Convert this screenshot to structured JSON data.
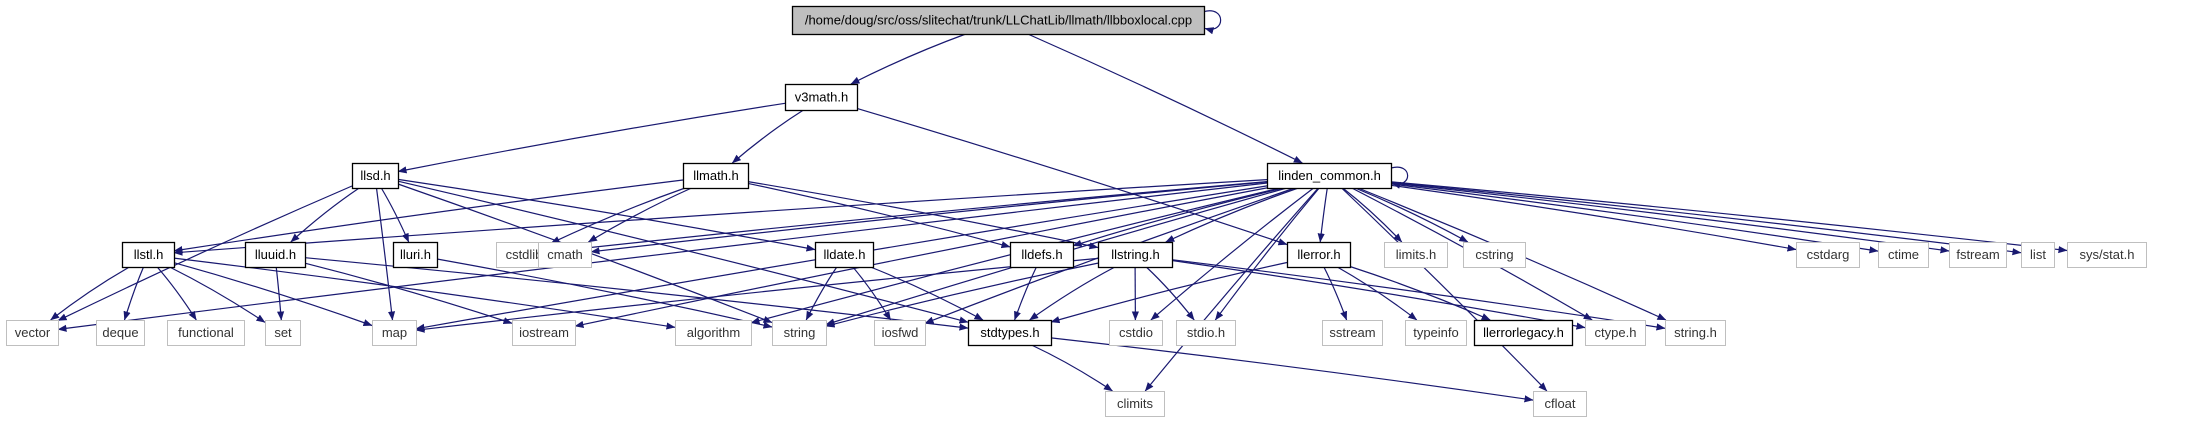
{
  "colors": {
    "edge": "#191970",
    "root_fill": "#bfbfbf",
    "node_border": "#000000",
    "system_border": "#bfbfbf",
    "background": "#ffffff"
  },
  "nodes": {
    "root": {
      "label": "/home/doug/src/oss/slitechat/trunk/LLChatLib/llmath/llbboxlocal.cpp",
      "kind": "root"
    },
    "v3math": {
      "label": "v3math.h",
      "kind": "file"
    },
    "llsd": {
      "label": "llsd.h",
      "kind": "file"
    },
    "llmath": {
      "label": "llmath.h",
      "kind": "file"
    },
    "linden_common": {
      "label": "linden_common.h",
      "kind": "file"
    },
    "llstl": {
      "label": "llstl.h",
      "kind": "file"
    },
    "lluuid": {
      "label": "lluuid.h",
      "kind": "file"
    },
    "lluri": {
      "label": "lluri.h",
      "kind": "file"
    },
    "lldate": {
      "label": "lldate.h",
      "kind": "file"
    },
    "lldefs": {
      "label": "lldefs.h",
      "kind": "file"
    },
    "llstring": {
      "label": "llstring.h",
      "kind": "file"
    },
    "llerror": {
      "label": "llerror.h",
      "kind": "file"
    },
    "stdtypes": {
      "label": "stdtypes.h",
      "kind": "file"
    },
    "llerrorlegacy": {
      "label": "llerrorlegacy.h",
      "kind": "file"
    },
    "cstdlib": {
      "label": "cstdlib",
      "kind": "system"
    },
    "cmath": {
      "label": "cmath",
      "kind": "system"
    },
    "limits_h": {
      "label": "limits.h",
      "kind": "system"
    },
    "cstring": {
      "label": "cstring",
      "kind": "system"
    },
    "cstdarg": {
      "label": "cstdarg",
      "kind": "system"
    },
    "ctime": {
      "label": "ctime",
      "kind": "system"
    },
    "fstream": {
      "label": "fstream",
      "kind": "system"
    },
    "list": {
      "label": "list",
      "kind": "system"
    },
    "sys_stat": {
      "label": "sys/stat.h",
      "kind": "system"
    },
    "vector": {
      "label": "vector",
      "kind": "system"
    },
    "deque": {
      "label": "deque",
      "kind": "system"
    },
    "functional": {
      "label": "functional",
      "kind": "system"
    },
    "set": {
      "label": "set",
      "kind": "system"
    },
    "map": {
      "label": "map",
      "kind": "system"
    },
    "iostream": {
      "label": "iostream",
      "kind": "system"
    },
    "algorithm": {
      "label": "algorithm",
      "kind": "system"
    },
    "string": {
      "label": "string",
      "kind": "system"
    },
    "iosfwd": {
      "label": "iosfwd",
      "kind": "system"
    },
    "cstdio": {
      "label": "cstdio",
      "kind": "system"
    },
    "stdio_h": {
      "label": "stdio.h",
      "kind": "system"
    },
    "sstream": {
      "label": "sstream",
      "kind": "system"
    },
    "typeinfo": {
      "label": "typeinfo",
      "kind": "system"
    },
    "ctype_h": {
      "label": "ctype.h",
      "kind": "system"
    },
    "string_h": {
      "label": "string.h",
      "kind": "system"
    },
    "climits": {
      "label": "climits",
      "kind": "system"
    },
    "cfloat": {
      "label": "cfloat",
      "kind": "system"
    }
  },
  "edges": [
    [
      "root",
      "root"
    ],
    [
      "root",
      "v3math"
    ],
    [
      "root",
      "linden_common"
    ],
    [
      "v3math",
      "llsd"
    ],
    [
      "v3math",
      "llmath"
    ],
    [
      "v3math",
      "llerror"
    ],
    [
      "llsd",
      "vector"
    ],
    [
      "llsd",
      "map"
    ],
    [
      "llsd",
      "lluuid"
    ],
    [
      "llsd",
      "lluri"
    ],
    [
      "llsd",
      "lldate"
    ],
    [
      "llsd",
      "string"
    ],
    [
      "llsd",
      "stdtypes"
    ],
    [
      "llmath",
      "llstl"
    ],
    [
      "llmath",
      "cstdlib"
    ],
    [
      "llmath",
      "cmath"
    ],
    [
      "llmath",
      "lldefs"
    ],
    [
      "llmath",
      "llstring"
    ],
    [
      "linden_common",
      "linden_common"
    ],
    [
      "linden_common",
      "vector"
    ],
    [
      "linden_common",
      "cstdlib"
    ],
    [
      "linden_common",
      "cmath"
    ],
    [
      "linden_common",
      "map"
    ],
    [
      "linden_common",
      "iostream"
    ],
    [
      "linden_common",
      "algorithm"
    ],
    [
      "linden_common",
      "string"
    ],
    [
      "linden_common",
      "iosfwd"
    ],
    [
      "linden_common",
      "lldefs"
    ],
    [
      "linden_common",
      "llstring"
    ],
    [
      "linden_common",
      "cstdio"
    ],
    [
      "linden_common",
      "stdio_h"
    ],
    [
      "linden_common",
      "climits"
    ],
    [
      "linden_common",
      "llerror"
    ],
    [
      "linden_common",
      "limits_h"
    ],
    [
      "linden_common",
      "cstring"
    ],
    [
      "linden_common",
      "ctype_h"
    ],
    [
      "linden_common",
      "string_h"
    ],
    [
      "linden_common",
      "cfloat"
    ],
    [
      "linden_common",
      "cstdarg"
    ],
    [
      "linden_common",
      "ctime"
    ],
    [
      "linden_common",
      "fstream"
    ],
    [
      "linden_common",
      "list"
    ],
    [
      "linden_common",
      "sys_stat"
    ],
    [
      "linden_common",
      "llstl"
    ],
    [
      "llstl",
      "vector"
    ],
    [
      "llstl",
      "deque"
    ],
    [
      "llstl",
      "functional"
    ],
    [
      "llstl",
      "set"
    ],
    [
      "llstl",
      "map"
    ],
    [
      "llstl",
      "algorithm"
    ],
    [
      "lluuid",
      "set"
    ],
    [
      "lluuid",
      "iostream"
    ],
    [
      "lluuid",
      "stdtypes"
    ],
    [
      "lluri",
      "string"
    ],
    [
      "lldate",
      "string"
    ],
    [
      "lldate",
      "iosfwd"
    ],
    [
      "lldate",
      "stdtypes"
    ],
    [
      "lldefs",
      "stdtypes"
    ],
    [
      "llstring",
      "map"
    ],
    [
      "llstring",
      "string"
    ],
    [
      "llstring",
      "stdtypes"
    ],
    [
      "llstring",
      "cstdio"
    ],
    [
      "llstring",
      "stdio_h"
    ],
    [
      "llstring",
      "ctype_h"
    ],
    [
      "llstring",
      "string_h"
    ],
    [
      "llerror",
      "stdtypes"
    ],
    [
      "llerror",
      "sstream"
    ],
    [
      "llerror",
      "typeinfo"
    ],
    [
      "llerror",
      "llerrorlegacy"
    ],
    [
      "stdtypes",
      "climits"
    ],
    [
      "stdtypes",
      "cfloat"
    ]
  ]
}
